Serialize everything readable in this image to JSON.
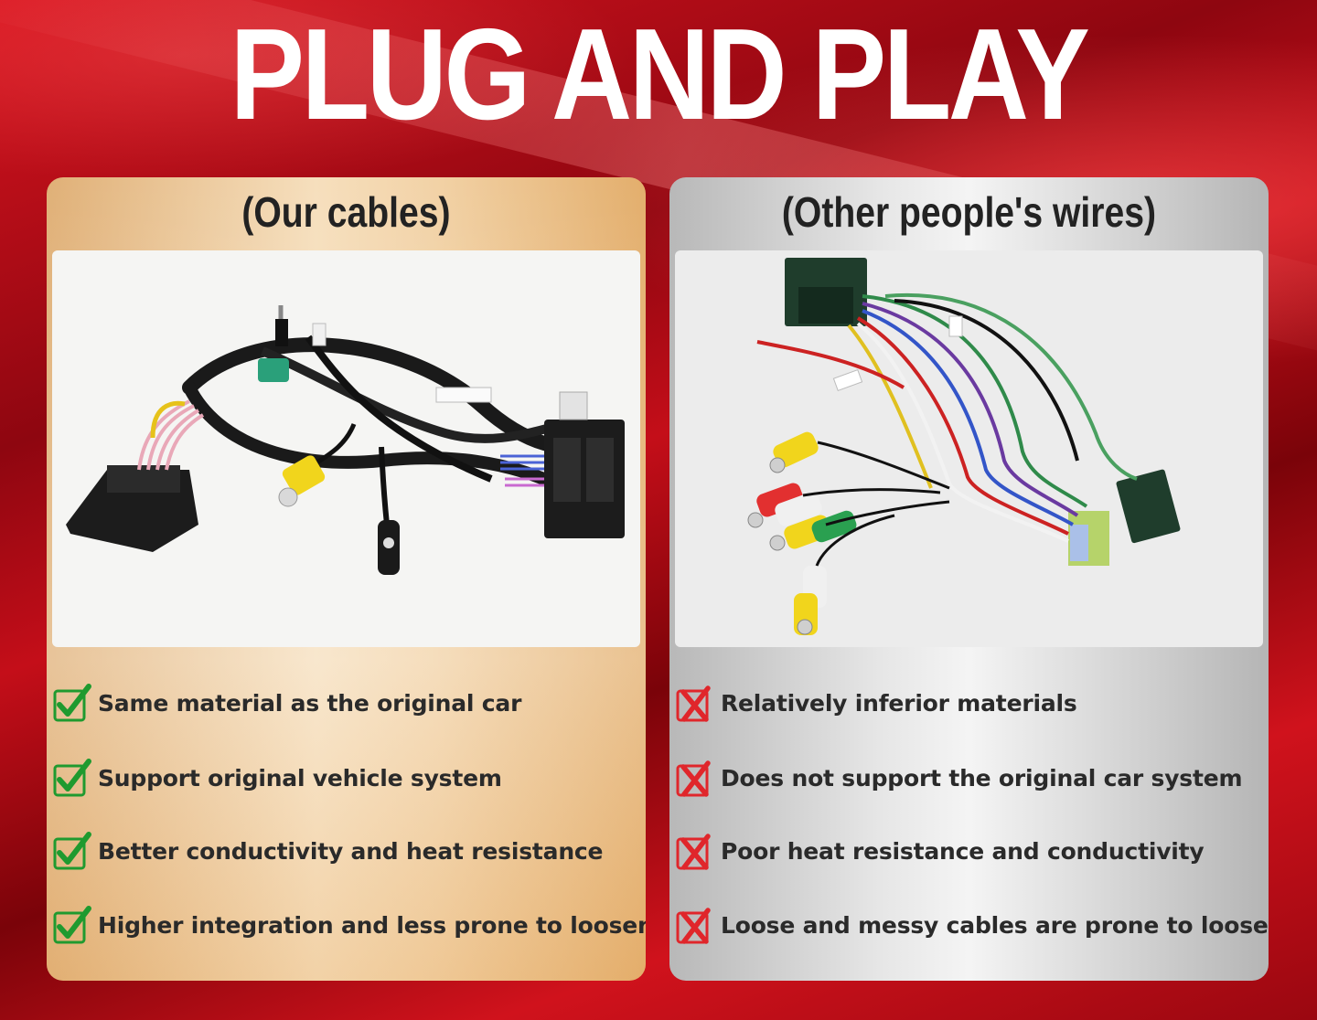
{
  "title": "PLUG AND PLAY",
  "left_panel": {
    "heading": "(Our cables)",
    "image_alt": "vehicle cable harness",
    "features": [
      "Same material as the original car",
      "Support original vehicle system",
      "Better conductivity and heat resistance",
      "Higher integration and less prone to loosening"
    ],
    "mark_icon": "check-icon"
  },
  "right_panel": {
    "heading": "(Other people's wires)",
    "image_alt": "generic wire harness",
    "features": [
      "Relatively inferior materials",
      "Does not support the original car system",
      "Poor heat resistance and conductivity",
      "Loose and messy cables are prone to loosening"
    ],
    "mark_icon": "cross-icon"
  },
  "colors": {
    "background": "#c00d18",
    "check": "#1f9a2f",
    "cross": "#e0262b",
    "gold_panel": "#e8bf86",
    "silver_panel": "#dcdcdc"
  }
}
